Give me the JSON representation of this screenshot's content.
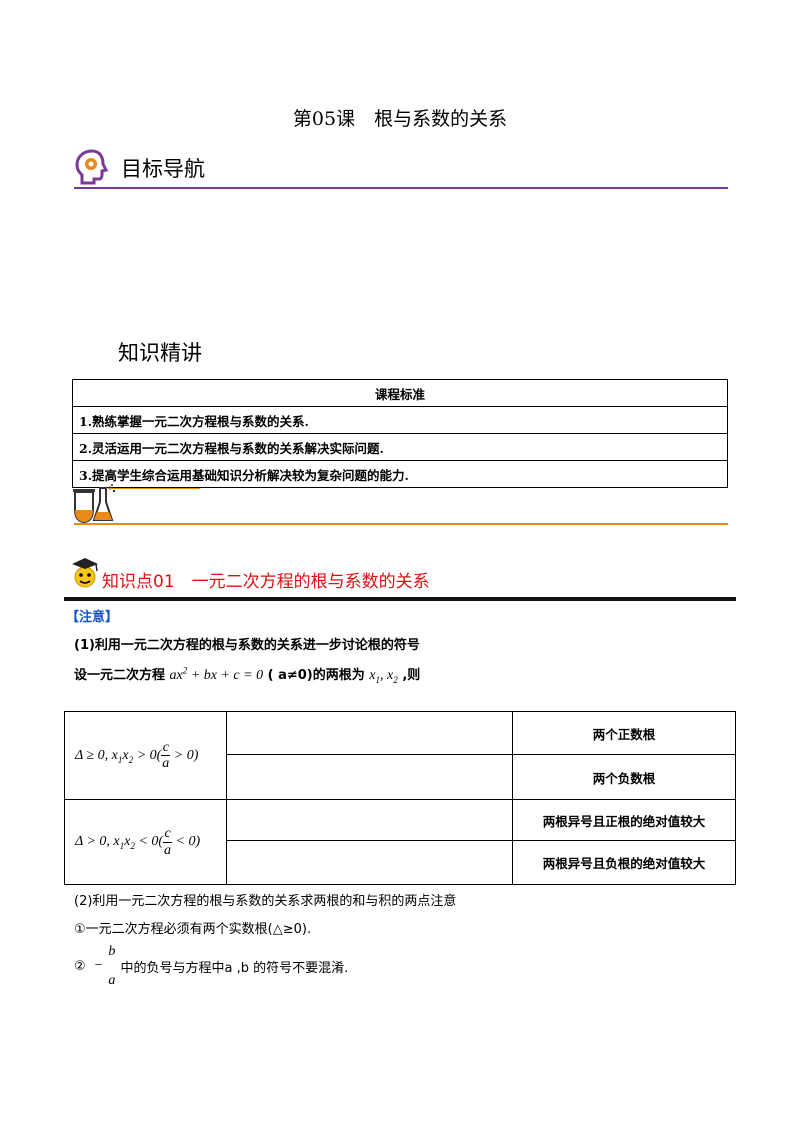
{
  "title": "第05课　根与系数的关系",
  "sections": {
    "goal_nav": "目标导航",
    "knowledge": "知识精讲"
  },
  "standard_table": {
    "header": "课程标准",
    "items": [
      "1.熟练掌握一元二次方程根与系数的关系.",
      "2.灵活运用一元二次方程根与系数的关系解决实际问题.",
      "3.提高学生综合运用基础知识分析解决较为复杂问题的能力."
    ]
  },
  "knowledge_point": {
    "label": "知识点01　一元二次方程的根与系数的关系"
  },
  "note_label": "【注意】",
  "point1": "(1)利用一元二次方程的根与系数的关系进一步讨论根的符号",
  "setup": {
    "prefix": "设一元二次方程",
    "equation": "ax² + bx + c = 0",
    "cond": "( a≠0)的两根为",
    "roots": "x₁, x₂",
    "suffix": ",则"
  },
  "cond_table": {
    "row1_cond": "Δ ≥ 0, x₁x₂ > 0(c/a > 0)",
    "row2_cond": "Δ > 0, x₁x₂ < 0(c/a < 0)",
    "results": [
      "两个正数根",
      "两个负数根",
      "两根异号且正根的绝对值较大",
      "两根异号且负根的绝对值较大"
    ]
  },
  "point2": "(2)利用一元二次方程的根与系数的关系求两根的和与积的两点注意",
  "note1": "①一元二次方程必须有两个实数根(△≥0).",
  "note2": {
    "marker": "②",
    "frac_num": "b",
    "frac_den": "a",
    "text": "中的负号与方程中a ,b 的符号不要混淆."
  }
}
